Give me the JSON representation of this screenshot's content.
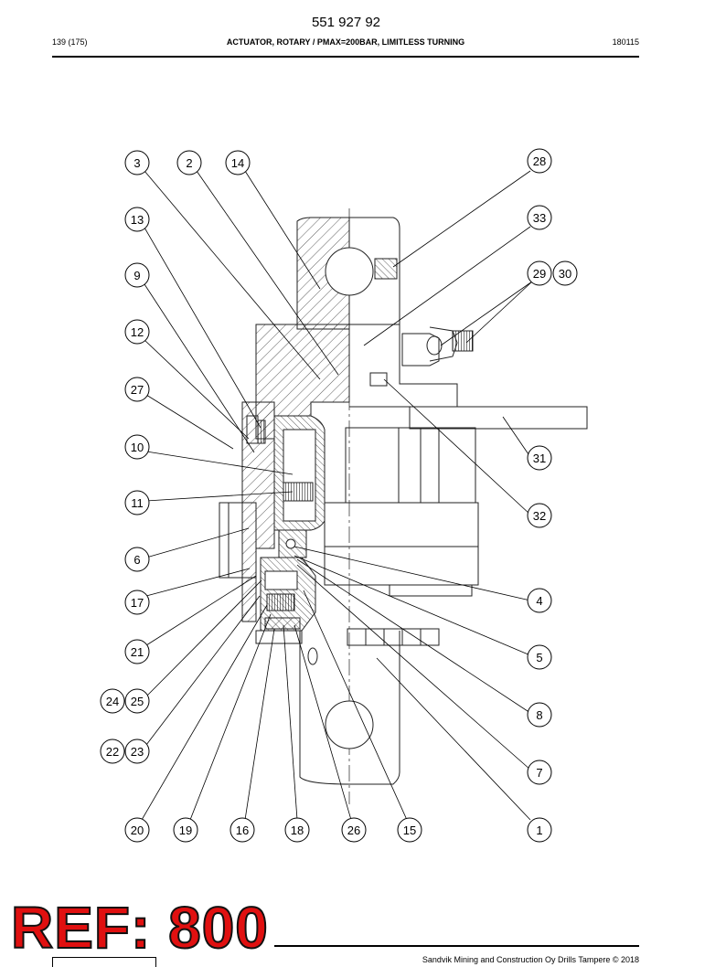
{
  "header": {
    "document_number": "551 927 92",
    "page": "139 (175)",
    "title": "ACTUATOR, ROTARY / PMAX=200BAR, LIMITLESS TURNING",
    "date_code": "180115"
  },
  "callouts": [
    "3",
    "2",
    "14",
    "28",
    "13",
    "33",
    "9",
    "29",
    "30",
    "12",
    "27",
    "10",
    "31",
    "11",
    "32",
    "6",
    "4",
    "17",
    "5",
    "21",
    "24",
    "25",
    "8",
    "22",
    "23",
    "7",
    "20",
    "19",
    "16",
    "18",
    "26",
    "15",
    "1"
  ],
  "stamp": {
    "text": "REF: 800"
  },
  "footer": {
    "copyright": "Sandvik Mining and Construction Oy Drills Tampere © 2018"
  }
}
